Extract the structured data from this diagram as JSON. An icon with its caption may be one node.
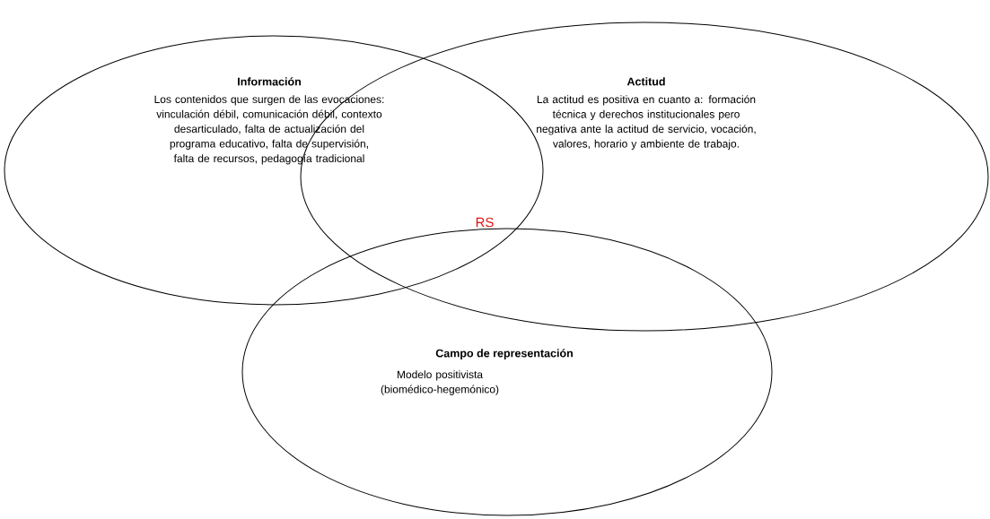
{
  "diagram": {
    "nodes": [
      {
        "text": [
          "Información",
          "Los contenidos que surgen de las evocaciones: vinculación débil, comunicación débil, contexto desarticulado, falta de actualización del programa educativo, falta de supervisión, falta de recursos, pedagogía tradicional"
        ]
      },
      {
        "text": [
          "Actitud",
          "La actitud es positiva en cuanto a: formación técnica y derechos institucionales pero negativa ante la actitud de servicio, vocación, valores, horario y ambiente de trabajo."
        ]
      },
      {
        "text": [
          "Campo de representación",
          "Modelo positivista (biomédico-hegemónico)"
        ]
      }
    ],
    "labels": [
      "RS"
    ]
  }
}
